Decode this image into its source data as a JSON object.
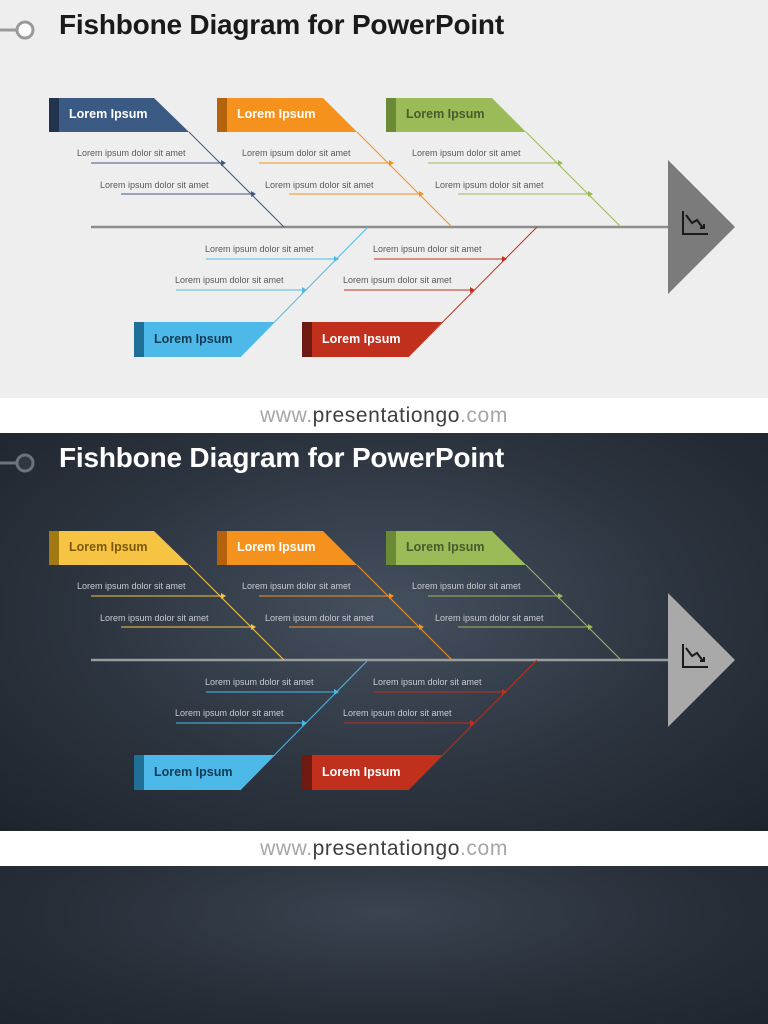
{
  "title": "Fishbone Diagram for PowerPoint",
  "footer": {
    "prefix": "www.",
    "brand": "presentationgo",
    "suffix": ".com"
  },
  "icons": {
    "head": "declining-chart-icon",
    "pin": "pin-icon"
  },
  "categories": {
    "top_left": "Lorem Ipsum",
    "top_mid": "Lorem Ipsum",
    "top_right": "Lorem Ipsum",
    "bot_left": "Lorem Ipsum",
    "bot_right": "Lorem Ipsum"
  },
  "causes": {
    "top_left_1": "Lorem ipsum dolor sit amet",
    "top_left_2": "Lorem ipsum dolor sit amet",
    "top_mid_1": "Lorem ipsum dolor sit amet",
    "top_mid_2": "Lorem ipsum dolor sit amet",
    "top_right_1": "Lorem ipsum dolor sit amet",
    "top_right_2": "Lorem ipsum dolor sit amet",
    "bot_left_1": "Lorem ipsum dolor sit amet",
    "bot_left_2": "Lorem ipsum dolor sit amet",
    "bot_right_1": "Lorem ipsum dolor sit amet",
    "bot_right_2": "Lorem ipsum dolor sit amet"
  },
  "colors": {
    "navy": "#3b5a83",
    "yellow": "#f7c342",
    "orange": "#f5921e",
    "green": "#9bbb59",
    "blue": "#4cb9e8",
    "red": "#c0301d",
    "spine": "#8c8c8c",
    "head_light": "#7b7b7b",
    "head_dark": "#a9a9a9"
  }
}
